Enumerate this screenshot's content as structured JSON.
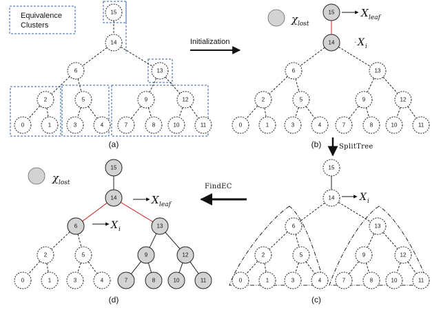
{
  "legend": {
    "box_label_line1": "Equivalence",
    "box_label_line2": "Clusters",
    "lost_symbol": "χ",
    "lost_sub": "lost"
  },
  "labels": {
    "initialization": "Initialization",
    "splittree": "SplitTree",
    "findec": "FindEC",
    "x_leaf_main": "X",
    "x_leaf_sub": "leaf",
    "x_i_main": "X",
    "x_i_sub": "i"
  },
  "captions": {
    "a": "(a)",
    "b": "(b)",
    "c": "(c)",
    "d": "(d)"
  },
  "tree_nodes": [
    {
      "id": "15",
      "level": 0,
      "order": 0
    },
    {
      "id": "14",
      "level": 1,
      "order": 0
    },
    {
      "id": "6",
      "level": 2,
      "order": 0
    },
    {
      "id": "13",
      "level": 2,
      "order": 1
    },
    {
      "id": "2",
      "level": 3,
      "order": 0
    },
    {
      "id": "5",
      "level": 3,
      "order": 1
    },
    {
      "id": "9",
      "level": 3,
      "order": 2
    },
    {
      "id": "12",
      "level": 3,
      "order": 3
    },
    {
      "id": "0",
      "level": 4,
      "order": 0
    },
    {
      "id": "1",
      "level": 4,
      "order": 1
    },
    {
      "id": "3",
      "level": 4,
      "order": 2
    },
    {
      "id": "4",
      "level": 4,
      "order": 3
    },
    {
      "id": "7",
      "level": 4,
      "order": 4
    },
    {
      "id": "8",
      "level": 4,
      "order": 5
    },
    {
      "id": "10",
      "level": 4,
      "order": 6
    },
    {
      "id": "11",
      "level": 4,
      "order": 7
    }
  ],
  "tree_edges": [
    [
      "15",
      "14"
    ],
    [
      "14",
      "6"
    ],
    [
      "14",
      "13"
    ],
    [
      "6",
      "2"
    ],
    [
      "6",
      "5"
    ],
    [
      "13",
      "9"
    ],
    [
      "13",
      "12"
    ],
    [
      "2",
      "0"
    ],
    [
      "2",
      "1"
    ],
    [
      "5",
      "3"
    ],
    [
      "5",
      "4"
    ],
    [
      "9",
      "7"
    ],
    [
      "9",
      "8"
    ],
    [
      "12",
      "10"
    ],
    [
      "12",
      "11"
    ]
  ],
  "panels": {
    "a": {
      "shaded": [],
      "red_edges": [],
      "solid_edges": []
    },
    "b": {
      "shaded": [
        "15",
        "14"
      ],
      "red_edges": [
        [
          "15",
          "14"
        ]
      ],
      "solid_edges": []
    },
    "c": {
      "shaded": [],
      "red_edges": [],
      "solid_edges": [
        [
          "15",
          "14"
        ]
      ]
    },
    "d": {
      "shaded": [
        "15",
        "14",
        "6",
        "13",
        "9",
        "12",
        "7",
        "8",
        "10",
        "11"
      ],
      "red_edges": [
        [
          "14",
          "6"
        ],
        [
          "14",
          "13"
        ]
      ],
      "solid_edges": [
        [
          "15",
          "14"
        ],
        [
          "13",
          "9"
        ],
        [
          "13",
          "12"
        ],
        [
          "9",
          "7"
        ],
        [
          "9",
          "8"
        ],
        [
          "12",
          "10"
        ],
        [
          "12",
          "11"
        ]
      ]
    }
  },
  "colors": {
    "shaded_fill": "#d3d3d3",
    "plain_fill": "#ffffff",
    "highlight_edge": "#cc2222",
    "cluster_box": "#2f5fae"
  }
}
